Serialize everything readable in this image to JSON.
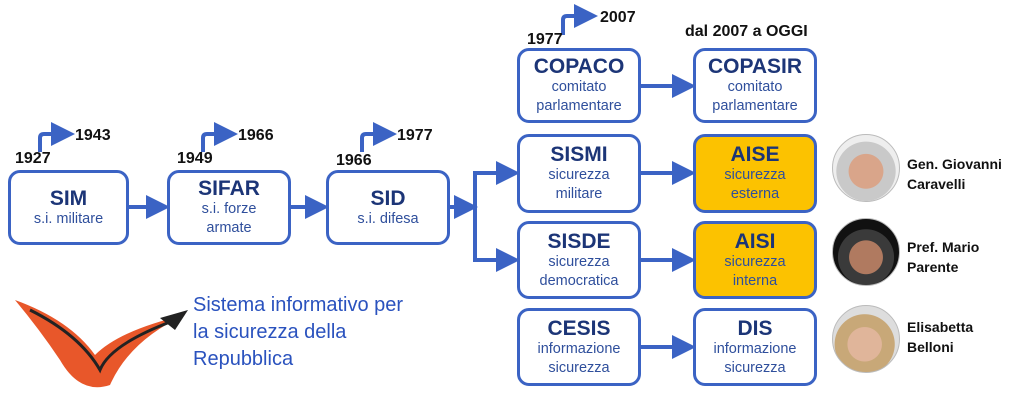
{
  "header": {
    "today_label": "dal 2007 a OGGI"
  },
  "historic": [
    {
      "name": "SIM",
      "desc": "s.i. militare",
      "from": "1927",
      "to": "1943"
    },
    {
      "name": "SIFAR",
      "desc": "s.i. forze armate",
      "from": "1949",
      "to": "1966"
    },
    {
      "name": "SID",
      "desc": "s.i. difesa",
      "from": "1966",
      "to": "1977"
    }
  ],
  "period_1977": {
    "from": "1977",
    "to": "2007"
  },
  "old_agencies": [
    {
      "name": "COPACO",
      "desc": "comitato parlamentare"
    },
    {
      "name": "SISMI",
      "desc": "sicurezza militare"
    },
    {
      "name": "SISDE",
      "desc": "sicurezza democratica"
    },
    {
      "name": "CESIS",
      "desc": "informazione sicurezza"
    }
  ],
  "new_agencies": [
    {
      "name": "COPASIR",
      "desc": "comitato parlamentare"
    },
    {
      "name": "AISE",
      "desc": "sicurezza esterna",
      "director": "Gen. Giovanni Caravelli"
    },
    {
      "name": "AISI",
      "desc": "sicurezza interna",
      "director": "Pref. Mario Parente"
    },
    {
      "name": "DIS",
      "desc": "informazione sicurezza",
      "director": "Elisabetta Belloni"
    }
  ],
  "system_title": "Sistema informativo per la sicurezza della Repubblica",
  "colors": {
    "border": "#3b63c4",
    "highlight": "#fcc200",
    "title": "#2a52be"
  }
}
